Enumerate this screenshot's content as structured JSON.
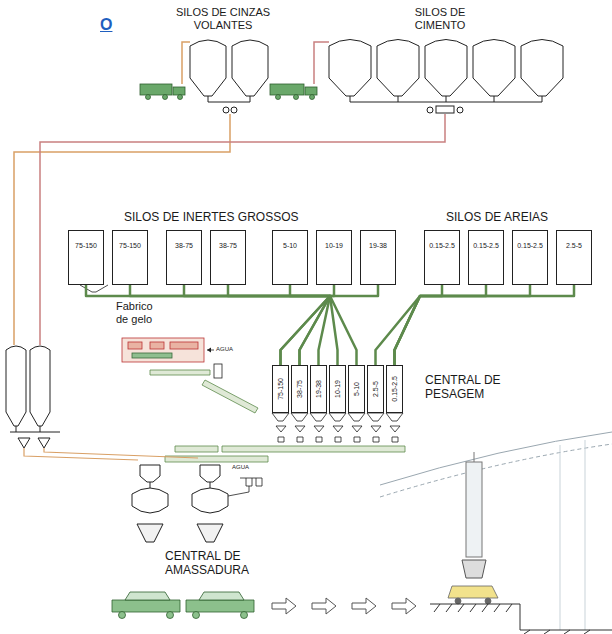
{
  "diagram": {
    "nodes": [
      {
        "text": [
          "75-150"
        ]
      },
      {
        "text": [
          "75-150"
        ]
      },
      {
        "text": [
          "38-75"
        ]
      },
      {
        "text": [
          "38-75"
        ]
      },
      {
        "text": [
          "5-10"
        ]
      },
      {
        "text": [
          "10-19"
        ]
      },
      {
        "text": [
          "19-38"
        ]
      },
      {
        "text": [
          "0.15-2.5"
        ]
      },
      {
        "text": [
          "0.15-2.5"
        ]
      },
      {
        "text": [
          "0.15-2.5"
        ]
      },
      {
        "text": [
          "2.5-5"
        ]
      },
      {
        "text": [
          "75-150"
        ]
      },
      {
        "text": [
          "38-75"
        ]
      },
      {
        "text": [
          "19-38"
        ]
      },
      {
        "text": [
          "10-19"
        ]
      },
      {
        "text": [
          "5-10"
        ]
      },
      {
        "text": [
          "2.5-5"
        ]
      },
      {
        "text": [
          "0.15-2.5"
        ]
      }
    ],
    "edges": [
      {
        "from": 0,
        "to": 11,
        "arrow": "none"
      },
      {
        "from": 1,
        "to": 11,
        "arrow": "none"
      },
      {
        "from": 2,
        "to": 12,
        "arrow": "none"
      },
      {
        "from": 3,
        "to": 12,
        "arrow": "none"
      },
      {
        "from": 6,
        "to": 13,
        "arrow": "none"
      },
      {
        "from": 5,
        "to": 14,
        "arrow": "none"
      },
      {
        "from": 4,
        "to": 15,
        "arrow": "none"
      },
      {
        "from": 10,
        "to": 16,
        "arrow": "none"
      },
      {
        "from": 7,
        "to": 17,
        "arrow": "none"
      },
      {
        "from": 8,
        "to": 17,
        "arrow": "none"
      },
      {
        "from": 9,
        "to": 17,
        "arrow": "none"
      }
    ],
    "labels": [
      "O",
      "SILOS DE CINZAS VOLANTES",
      "SILOS DE CIMENTO",
      "SILOS DE INERTES GROSSOS",
      "SILOS DE AREIAS",
      "Fabrico de gelo",
      "AGUA",
      "CENTRAL DE PESAGEM",
      "AGUA",
      "CENTRAL DE AMASSADURA"
    ]
  }
}
